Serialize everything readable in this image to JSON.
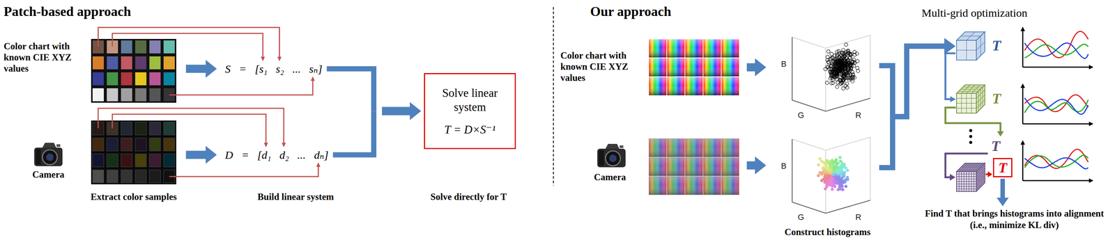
{
  "diagram": {
    "nodes": [
      {
        "text": [
          "Color chart with known CIE XYZ values"
        ]
      },
      {
        "text": [
          "Extract color samples"
        ]
      },
      {
        "text": [
          "S = [s₁ s₂ ... sₙ]"
        ]
      },
      {
        "text": [
          "D = [d₁ d₂ ... dₙ]"
        ]
      },
      {
        "text": [
          "Solve linear system",
          "T = D×S⁻¹"
        ]
      },
      {
        "text": [
          "Color chart with known CIE XYZ values"
        ]
      },
      {
        "text": [
          "B",
          "G",
          "R"
        ]
      },
      {
        "text": [
          "B",
          "G",
          "R",
          "Construct histograms"
        ]
      },
      {
        "text": [
          "T"
        ]
      },
      {
        "text": [
          "T"
        ]
      },
      {
        "text": [
          "T"
        ]
      }
    ],
    "edges": [
      {
        "from": 0,
        "to": 2,
        "arrow": "to"
      },
      {
        "from": 1,
        "to": 3,
        "arrow": "to"
      },
      {
        "from": 2,
        "to": 4,
        "arrow": "to"
      },
      {
        "from": 3,
        "to": 4,
        "arrow": "to"
      },
      {
        "from": 5,
        "to": 6,
        "arrow": "to"
      },
      {
        "from": 6,
        "to": 8,
        "arrow": "to"
      },
      {
        "from": 7,
        "to": 8,
        "arrow": "to"
      },
      {
        "from": 8,
        "to": 9,
        "arrow": "to"
      }
    ],
    "labels": [
      "Patch-based approach",
      "Camera",
      "Build linear system",
      "Solve directly for T",
      "Our approach",
      "Camera",
      "Multi-grid optimization",
      "T",
      "Find T that brings histograms into alignment (i.e., minimize KL div)"
    ]
  }
}
